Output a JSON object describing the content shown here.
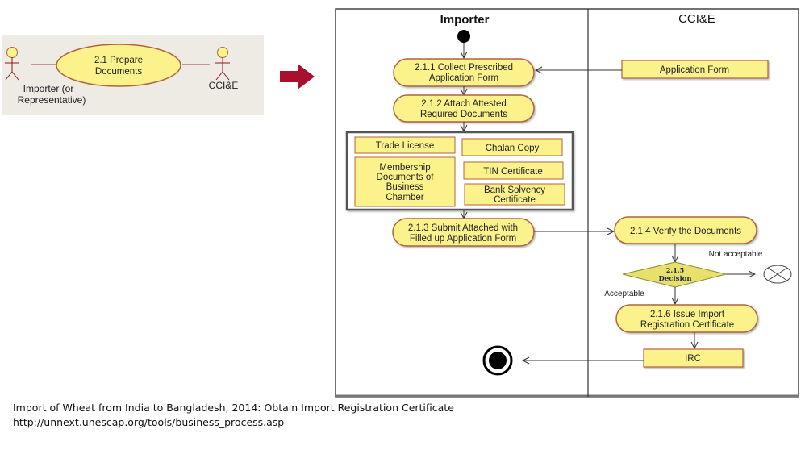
{
  "use_case": {
    "actor_left_label_1": "Importer (or",
    "actor_left_label_2": "Representative)",
    "actor_right_label": "CCI&E",
    "use_case_line_1": "2.1 Prepare",
    "use_case_line_2": "Documents"
  },
  "lanes": {
    "left_title": "Importer",
    "right_title": "CCI&E"
  },
  "activities": {
    "collect": [
      "2.1.1 Collect Prescribed",
      "Application Form"
    ],
    "attach": [
      "2.1.2 Attach Attested",
      "Required Documents"
    ],
    "submit": [
      "2.1.3 Submit Attached with",
      "Filled up Application Form"
    ],
    "verify": [
      "2.1.4 Verify the Documents"
    ],
    "issue": [
      "2.1.6 Issue Import",
      "Registration Certificate"
    ]
  },
  "documents": {
    "application_form": "Application Form",
    "trade_license": "Trade License",
    "chalan_copy": "Chalan Copy",
    "membership": [
      "Membership",
      "Documents of",
      "Business",
      "Chamber"
    ],
    "tin": "TIN Certificate",
    "bank": [
      "Bank Solvency",
      "Certificate"
    ],
    "irc": "IRC"
  },
  "decision": {
    "label_1": "2.1.5",
    "label_2": "Decision",
    "not_acceptable": "Not acceptable",
    "acceptable": "Acceptable"
  },
  "caption": {
    "line_1": "Import of Wheat from India to Bangladesh, 2014: Obtain Import Registration Certificate",
    "line_2": "http://unnext.unescap.org/tools/business_process.asp"
  },
  "colors": {
    "node_fill": "#fbf28c",
    "node_stroke": "#b0643c",
    "arrow_red": "#a8102e",
    "lane_stroke": "#333333"
  }
}
